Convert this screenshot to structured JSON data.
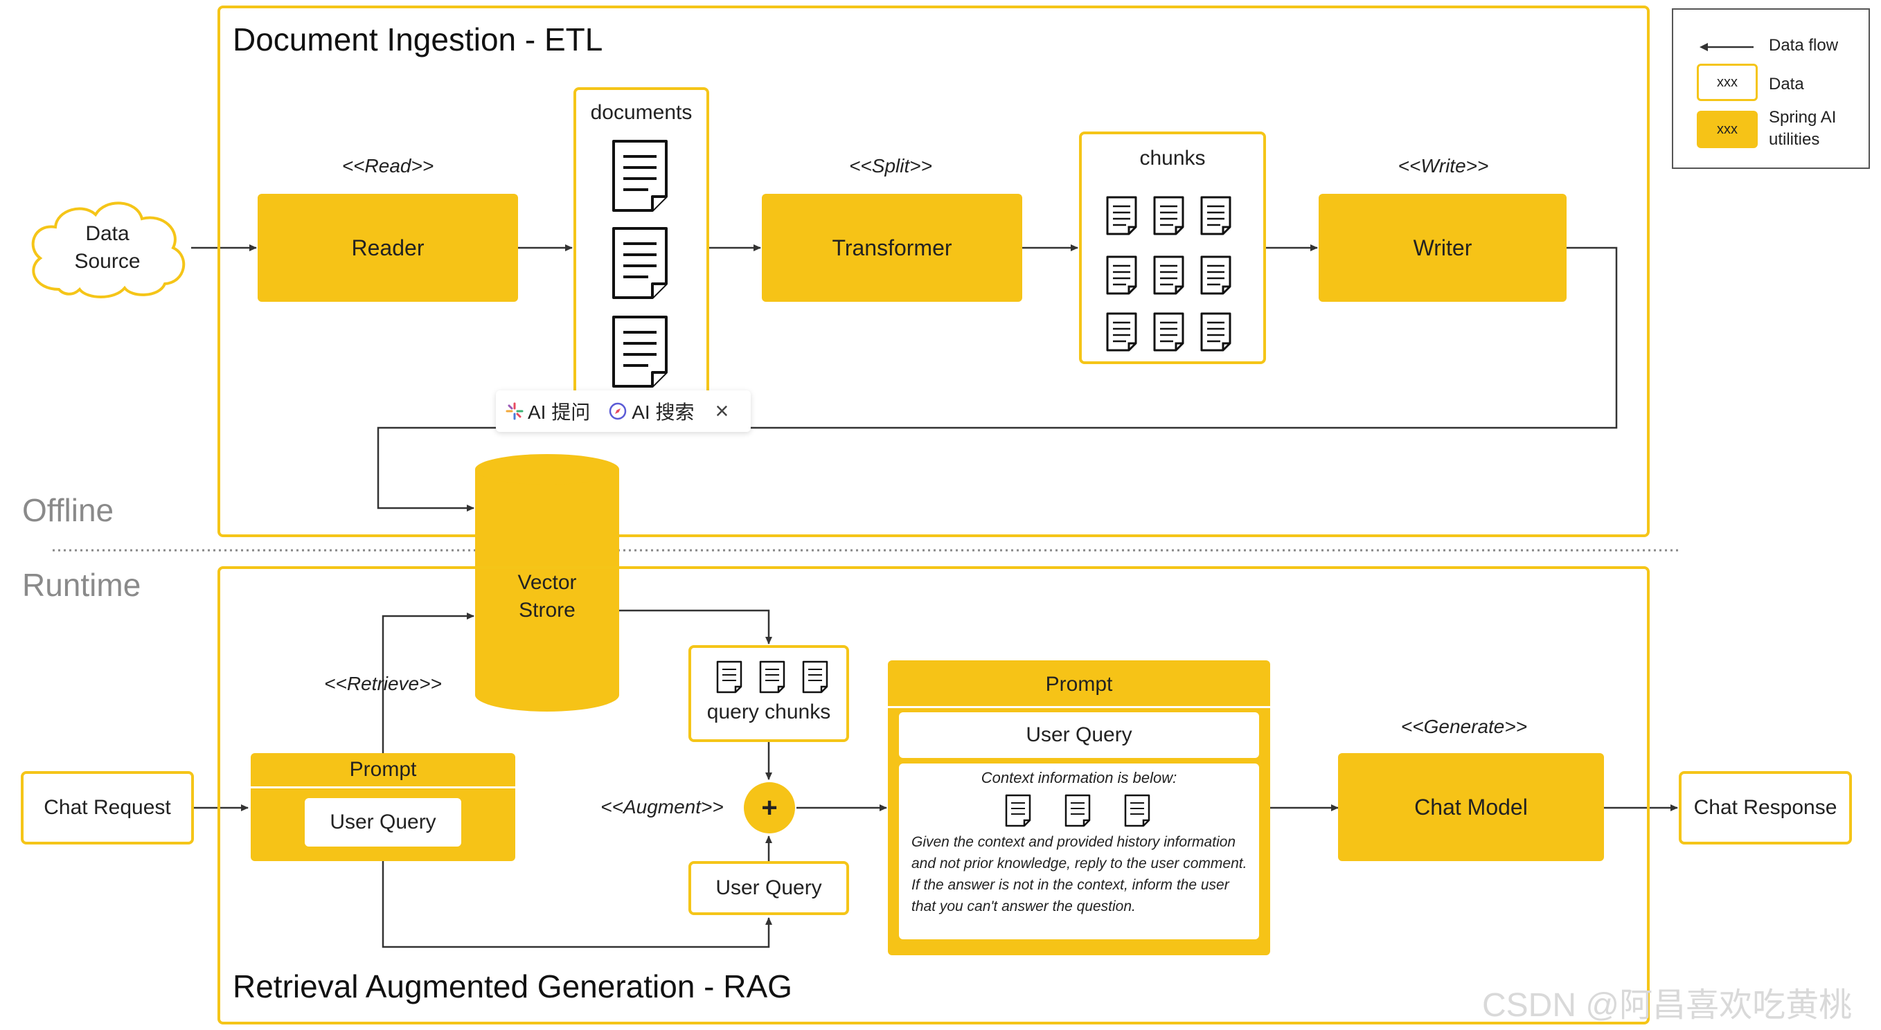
{
  "offline_label": "Offline",
  "runtime_label": "Runtime",
  "etl": {
    "title": "Document Ingestion - ETL",
    "data_source": [
      "Data",
      "Source"
    ],
    "reader": "Reader",
    "read_stereo": "<<Read>>",
    "documents": "documents",
    "transformer": "Transformer",
    "split_stereo": "<<Split>>",
    "chunks": "chunks",
    "writer": "Writer",
    "write_stereo": "<<Write>>"
  },
  "toolbar": {
    "ai_ask": "AI 提问",
    "ai_search": "AI 搜索",
    "close": "×"
  },
  "vector_store": [
    "Vector",
    "Strore"
  ],
  "rag": {
    "title": "Retrieval Augmented Generation - RAG",
    "chat_request": "Chat Request",
    "prompt_left": "Prompt",
    "user_query_left": "User Query",
    "retrieve_stereo": "<<Retrieve>>",
    "query_chunks": "query chunks",
    "augment_stereo": "<<Augment>>",
    "plus": "+",
    "user_query_mid": "User Query",
    "prompt_big": "Prompt",
    "user_query_big": "User Query",
    "context_header": "Context information is below:",
    "context_body": "Given the context and provided history information and not prior knowledge, reply to the user comment. If the answer is not in the context, inform the user that you can't answer the question.",
    "generate_stereo": "<<Generate>>",
    "chat_model": "Chat Model",
    "chat_response": "Chat Response"
  },
  "legend": {
    "data_flow": "Data flow",
    "data_sample": "xxx",
    "data": "Data",
    "utility_sample": "xxx",
    "spring_ai": "Spring AI",
    "utilities": "utilities"
  },
  "watermark": "CSDN @阿昌喜欢吃黄桃",
  "colors": {
    "accent": "#f6c317",
    "frame": "#f5c518",
    "line": "#333333"
  }
}
